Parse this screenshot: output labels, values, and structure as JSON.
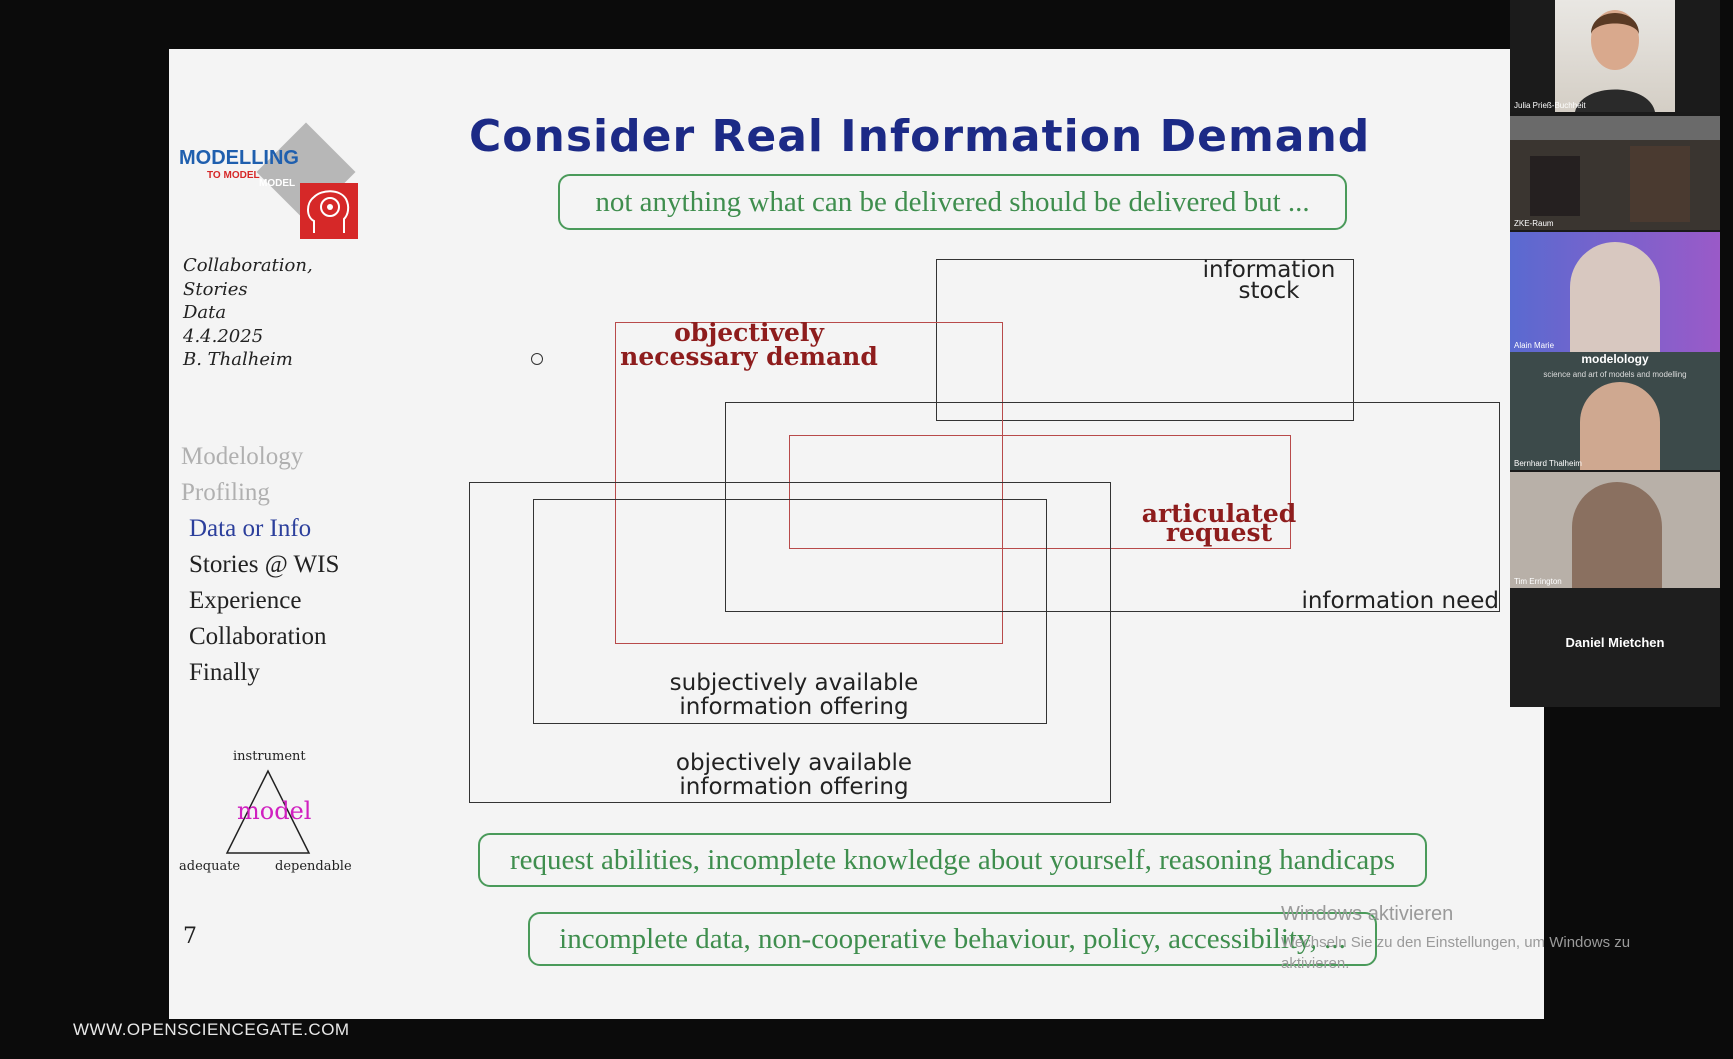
{
  "slide": {
    "title": "Consider Real Information Demand",
    "top_note": "not anything what can be delivered should be delivered but ...",
    "bottom_note1": "request abilities, incomplete knowledge about yourself, reasoning handicaps",
    "bottom_note2": "incomplete data, non-cooperative behaviour, policy, accessibility, ...",
    "logo": {
      "line1": "MODELLING",
      "line2": "TO MODEL",
      "line3": "MODEL"
    },
    "meta": [
      "Collaboration,",
      "Stories",
      "Data",
      "4.4.2025",
      "B. Thalheim"
    ],
    "nav": {
      "items": [
        {
          "label": "Modelology"
        },
        {
          "label": "Profiling"
        },
        {
          "label": "Data or Info"
        },
        {
          "label": "Stories @ WIS"
        },
        {
          "label": "Experience"
        },
        {
          "label": "Collaboration"
        },
        {
          "label": "Finally"
        }
      ]
    },
    "triangle": {
      "top": "instrument",
      "center": "model",
      "left": "adequate",
      "right": "dependable"
    },
    "page_number": "7",
    "diagram": {
      "information_stock": [
        "information",
        "stock"
      ],
      "objectively_necessary_demand": [
        "objectively",
        "necessary demand"
      ],
      "articulated_request": [
        "articulated",
        "request"
      ],
      "information_need": "information need",
      "subjectively_available": [
        "subjectively available",
        "information offering"
      ],
      "objectively_available": [
        "objectively available",
        "information offering"
      ]
    },
    "colors": {
      "title": "#1c2a86",
      "green": "#3f8e4e",
      "dark_red": "#8e1d1d",
      "nav_active": "#2c3f9c"
    }
  },
  "watermark": {
    "title": "Windows aktivieren",
    "subtitle": "Wechseln Sie zu den Einstellungen, um Windows zu aktivieren."
  },
  "site_url": "WWW.OPENSCIENCEGATE.COM",
  "participants": [
    {
      "name": "Julia Prieß-Buchheit"
    },
    {
      "name": "ZKE-Raum"
    },
    {
      "name": "Alain Marie"
    },
    {
      "name": "Bernhard Thalheim"
    },
    {
      "name": "Tim Errington"
    },
    {
      "name": "Daniel Mietchen"
    }
  ],
  "modelology_tile": {
    "title": "modelology",
    "subtitle": "science and art of models and modelling"
  }
}
